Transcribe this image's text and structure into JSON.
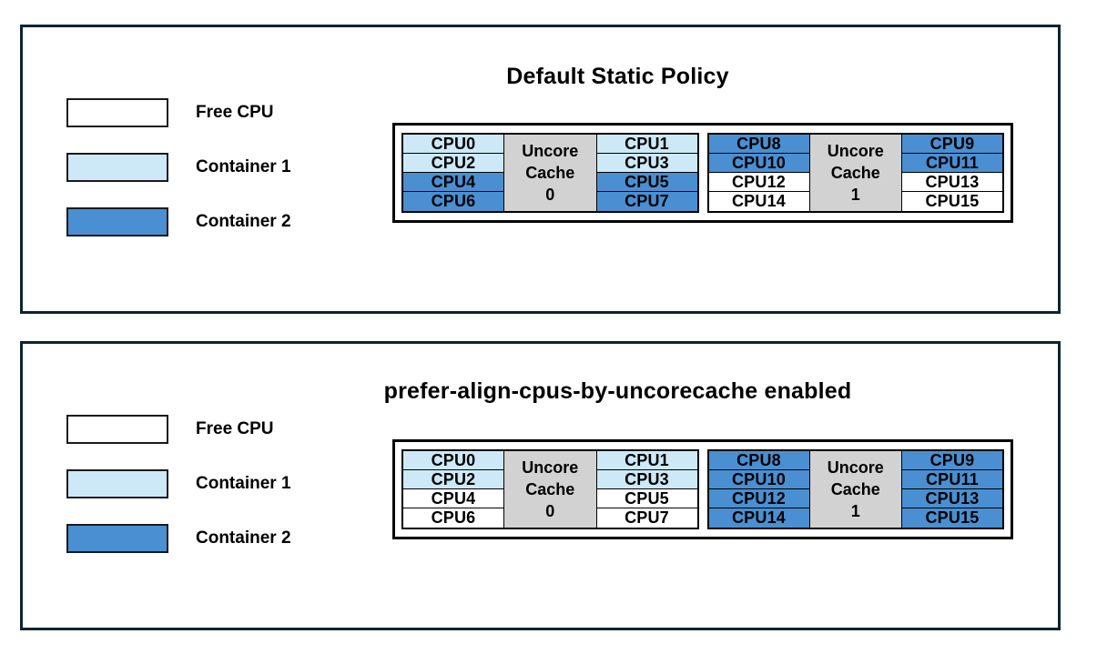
{
  "colors": {
    "panel_border": "#0b2433",
    "free_cpu": "#ffffff",
    "container_1": "#cde9f7",
    "container_2": "#4a8fd1",
    "uncore_cache": "#d2d2d2",
    "cell_border": "#000000"
  },
  "legend": {
    "items": [
      {
        "label": "Free CPU",
        "fill": "free"
      },
      {
        "label": "Container 1",
        "fill": "c1"
      },
      {
        "label": "Container 2",
        "fill": "c2"
      }
    ]
  },
  "panels": [
    {
      "title": "Default Static Policy",
      "cache_groups": [
        {
          "cache_label_line1": "Uncore",
          "cache_label_line2": "Cache",
          "cache_label_line3": "0",
          "left_column": [
            {
              "label": "CPU0",
              "fill": "c1"
            },
            {
              "label": "CPU2",
              "fill": "c1"
            },
            {
              "label": "CPU4",
              "fill": "c2"
            },
            {
              "label": "CPU6",
              "fill": "c2"
            }
          ],
          "right_column": [
            {
              "label": "CPU1",
              "fill": "c1"
            },
            {
              "label": "CPU3",
              "fill": "c1"
            },
            {
              "label": "CPU5",
              "fill": "c2"
            },
            {
              "label": "CPU7",
              "fill": "c2"
            }
          ]
        },
        {
          "cache_label_line1": "Uncore",
          "cache_label_line2": "Cache",
          "cache_label_line3": "1",
          "left_column": [
            {
              "label": "CPU8",
              "fill": "c2"
            },
            {
              "label": "CPU10",
              "fill": "c2"
            },
            {
              "label": "CPU12",
              "fill": "free"
            },
            {
              "label": "CPU14",
              "fill": "free"
            }
          ],
          "right_column": [
            {
              "label": "CPU9",
              "fill": "c2"
            },
            {
              "label": "CPU11",
              "fill": "c2"
            },
            {
              "label": "CPU13",
              "fill": "free"
            },
            {
              "label": "CPU15",
              "fill": "free"
            }
          ]
        }
      ]
    },
    {
      "title": "prefer-align-cpus-by-uncorecache enabled",
      "cache_groups": [
        {
          "cache_label_line1": "Uncore",
          "cache_label_line2": "Cache",
          "cache_label_line3": "0",
          "left_column": [
            {
              "label": "CPU0",
              "fill": "c1"
            },
            {
              "label": "CPU2",
              "fill": "c1"
            },
            {
              "label": "CPU4",
              "fill": "free"
            },
            {
              "label": "CPU6",
              "fill": "free"
            }
          ],
          "right_column": [
            {
              "label": "CPU1",
              "fill": "c1"
            },
            {
              "label": "CPU3",
              "fill": "c1"
            },
            {
              "label": "CPU5",
              "fill": "free"
            },
            {
              "label": "CPU7",
              "fill": "free"
            }
          ]
        },
        {
          "cache_label_line1": "Uncore",
          "cache_label_line2": "Cache",
          "cache_label_line3": "1",
          "left_column": [
            {
              "label": "CPU8",
              "fill": "c2"
            },
            {
              "label": "CPU10",
              "fill": "c2"
            },
            {
              "label": "CPU12",
              "fill": "c2"
            },
            {
              "label": "CPU14",
              "fill": "c2"
            }
          ],
          "right_column": [
            {
              "label": "CPU9",
              "fill": "c2"
            },
            {
              "label": "CPU11",
              "fill": "c2"
            },
            {
              "label": "CPU13",
              "fill": "c2"
            },
            {
              "label": "CPU15",
              "fill": "c2"
            }
          ]
        }
      ]
    }
  ]
}
